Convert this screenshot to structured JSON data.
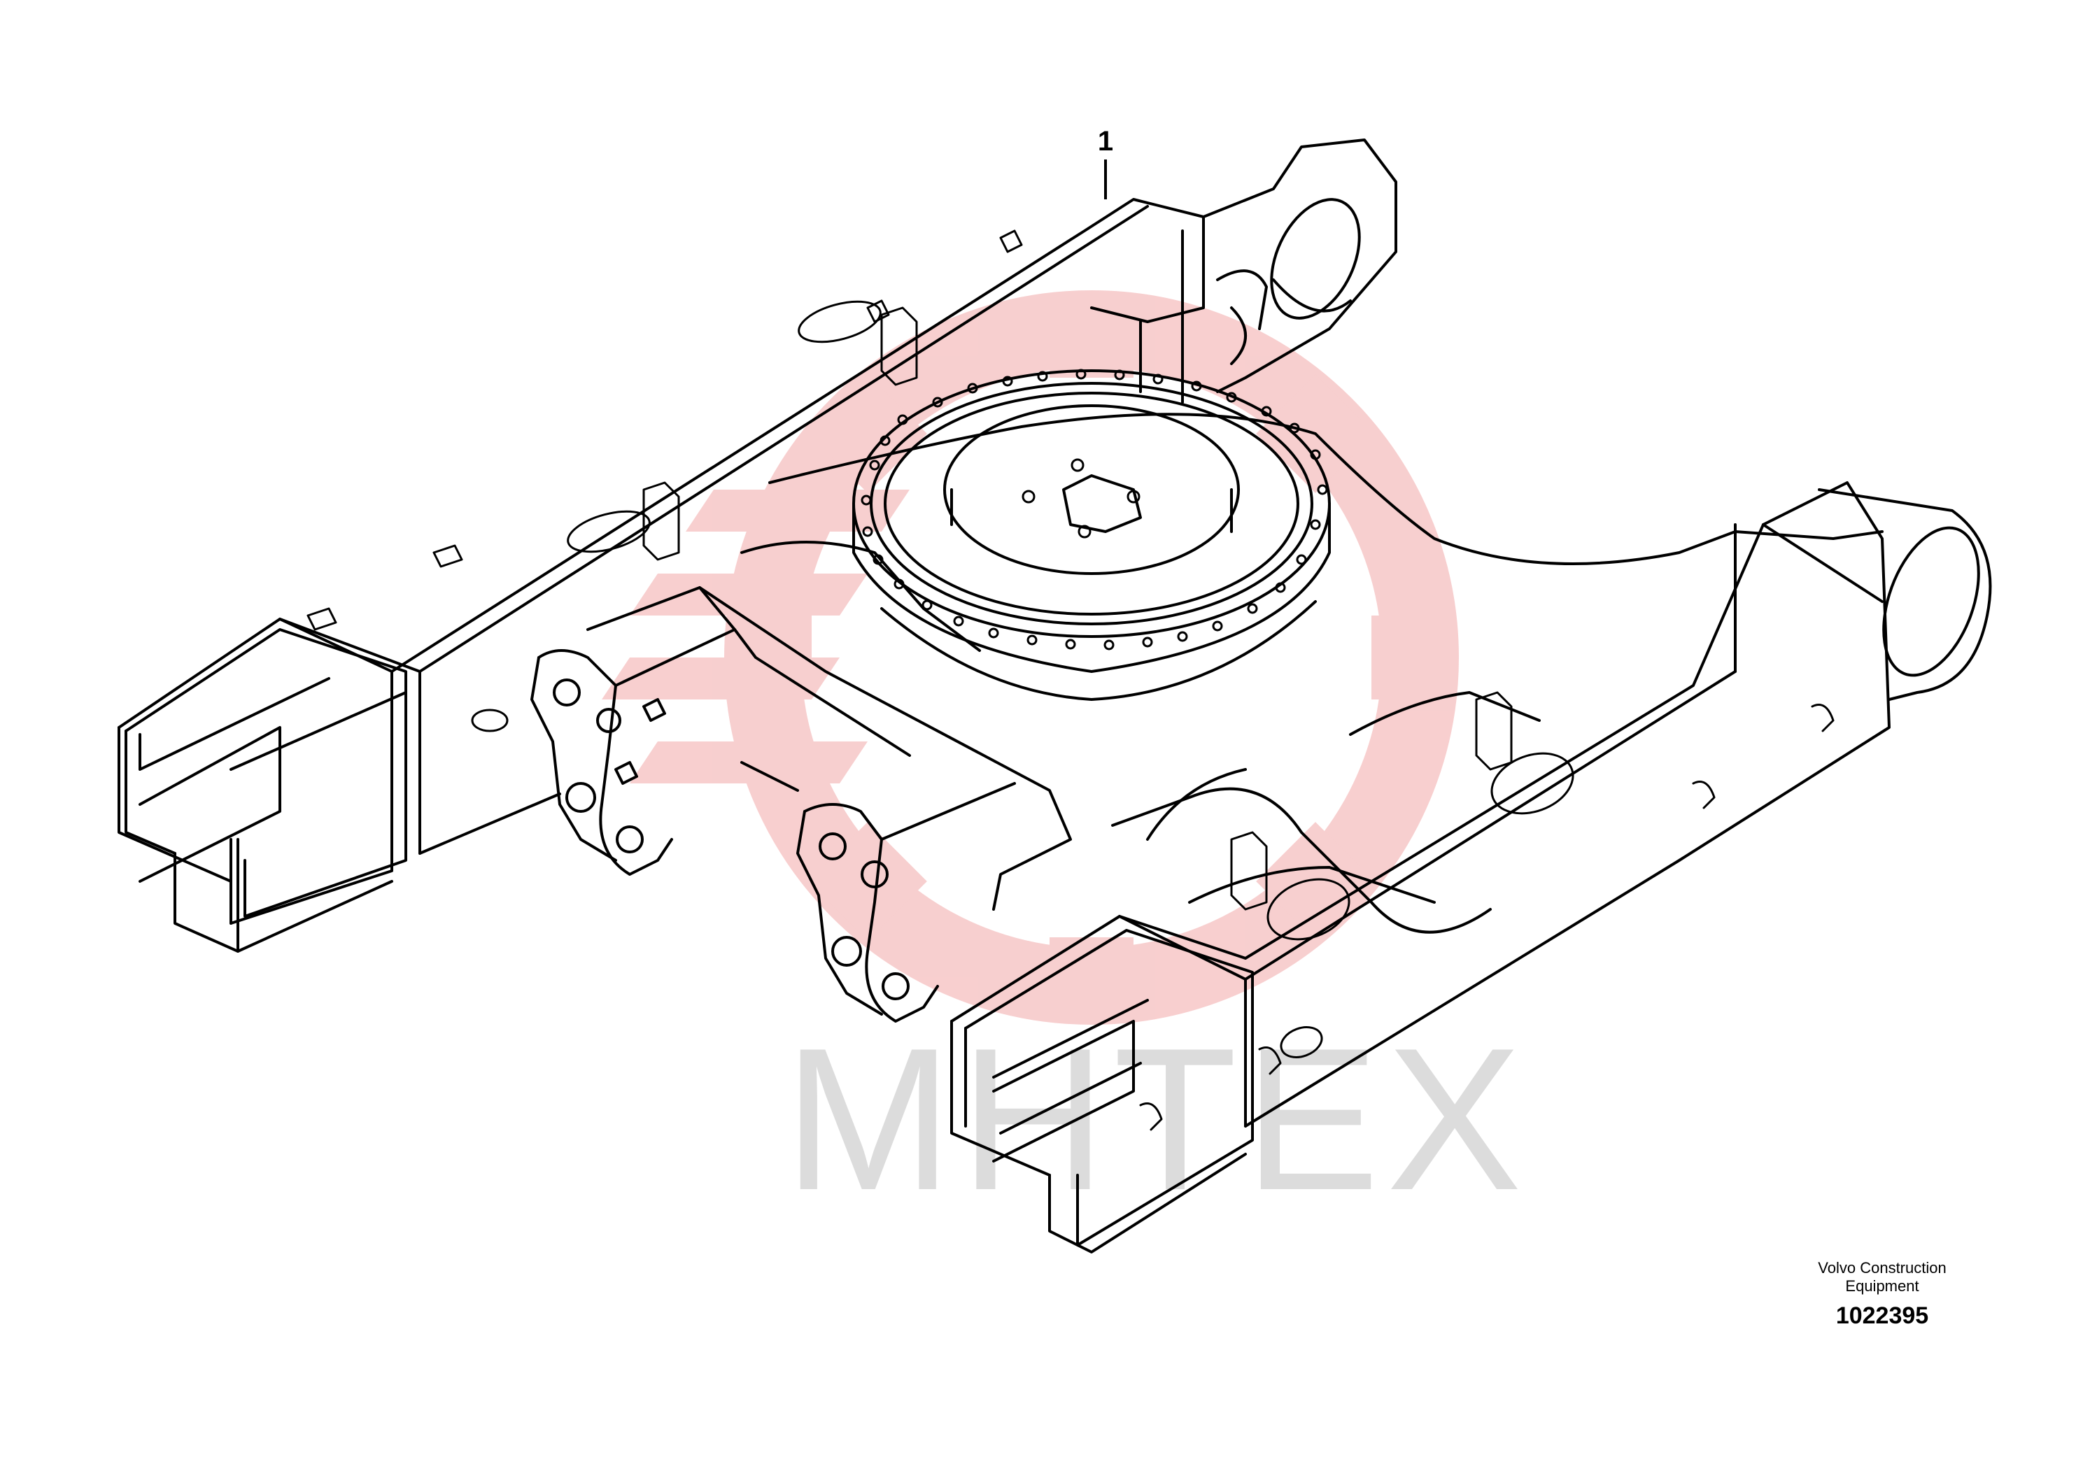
{
  "callouts": [
    {
      "label": "1"
    }
  ],
  "credit": {
    "brand_line1": "Volvo Construction",
    "brand_line2": "Equipment",
    "ref_number": "1022395"
  },
  "watermark": {
    "text": "MHTEX",
    "gear_color": "#f4c0c0",
    "text_color": "#d8d8d8"
  },
  "line_color": "#000000"
}
